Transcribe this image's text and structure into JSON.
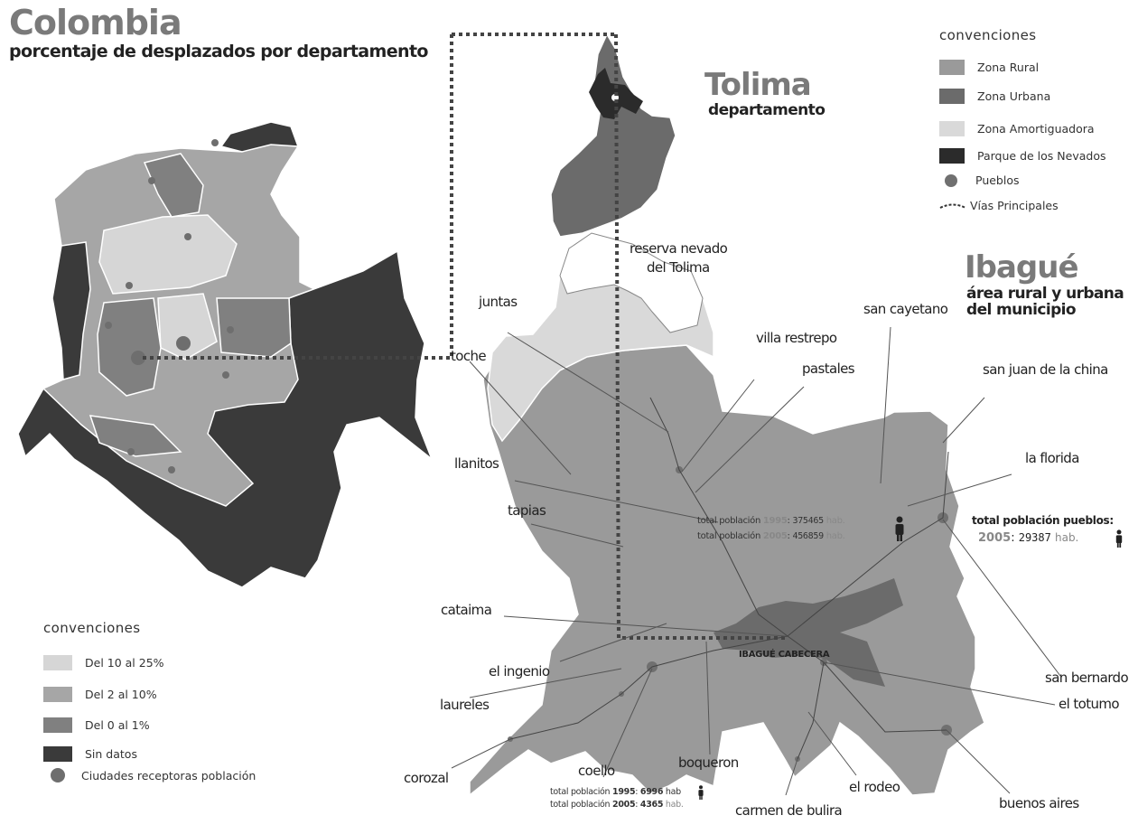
{
  "colombia": {
    "title": "Colombia",
    "subtitle": "porcentaje de desplazados por departamento"
  },
  "tolima": {
    "title": "Tolima",
    "subtitle": "departamento"
  },
  "ibague": {
    "title": "Ibagué",
    "subtitle_line1": "área rural y urbana",
    "subtitle_line2": "del municipio",
    "cabecera": "IBAGUÉ CABECERA"
  },
  "legend_right": {
    "title": "convenciones",
    "items": [
      {
        "label": "Zona Rural",
        "color": "#9a9a9a"
      },
      {
        "label": "Zona Urbana",
        "color": "#6b6b6b"
      },
      {
        "label": "Zona Amortiguadora",
        "color": "#d9d9d9"
      },
      {
        "label": "Parque de los Nevados",
        "color": "#2b2b2b"
      },
      {
        "label": "Pueblos",
        "color": "#707070"
      },
      {
        "label": "Vías Principales",
        "color": "#333333"
      }
    ]
  },
  "legend_left": {
    "title": "convenciones",
    "items": [
      {
        "label": "Del 10 al 25%",
        "color": "#d6d6d6"
      },
      {
        "label": "Del 2 al 10%",
        "color": "#a6a6a6"
      },
      {
        "label": "Del 0 al 1%",
        "color": "#808080"
      },
      {
        "label": "Sin datos",
        "color": "#3a3a3a"
      },
      {
        "label": "Ciudades receptoras población",
        "color": "#6e6e6e"
      }
    ]
  },
  "places": {
    "reserva_l1": "reserva nevado",
    "reserva_l2": "del Tolima",
    "juntas": "juntas",
    "villa_restrepo": "villa restrepo",
    "pastales": "pastales",
    "san_cayetano": "san cayetano",
    "san_juan": "san juan de la china",
    "toche": "toche",
    "llanitos": "llanitos",
    "la_florida": "la florida",
    "tapias": "tapias",
    "cataima": "cataima",
    "el_ingenio": "el ingenio",
    "san_bernardo": "san bernardo",
    "el_totumo": "el totumo",
    "laureles": "laureles",
    "corozal": "corozal",
    "coello": "coello",
    "boqueron": "boqueron",
    "el_rodeo": "el rodeo",
    "buenos_aires": "buenos aires",
    "carmen_de_bulira": "carmen de bulira"
  },
  "population_ibague": {
    "label": "total población",
    "year1": "1995",
    "value1": "375465",
    "year2": "2005",
    "value2": "456859",
    "unit": "hab."
  },
  "population_pueblos": {
    "label": "total población pueblos:",
    "year": "2005",
    "value": "29387",
    "unit": "hab."
  },
  "population_coello": {
    "line1_label": "total población",
    "year1": "1995",
    "value1": "6996",
    "unit1": "hab",
    "line2_label": "total población",
    "year2": "2005",
    "value2": "4365",
    "unit2": "hab."
  }
}
